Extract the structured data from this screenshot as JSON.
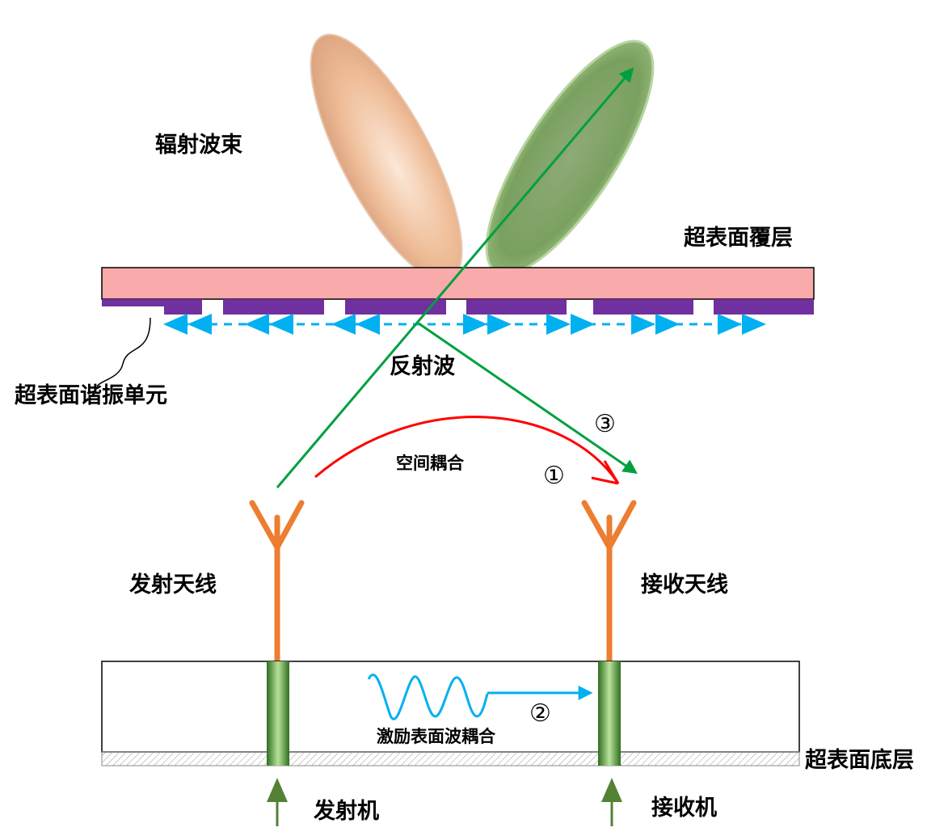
{
  "labels": {
    "radiation_beam": "辐射波束",
    "cover_layer": "超表面覆层",
    "resonant_unit": "超表面谐振单元",
    "reflected_wave": "反射波",
    "space_coupling": "空间耦合",
    "tx_antenna": "发射天线",
    "rx_antenna": "接收天线",
    "surface_wave_coupling": "激励表面波耦合",
    "base_layer": "超表面底层",
    "transmitter": "发射机",
    "receiver": "接收机"
  },
  "markers": {
    "path1": "①",
    "path2": "②",
    "path3": "③"
  },
  "colors": {
    "cover_layer": "#f9aaaa",
    "resonant_strip": "#7030a0",
    "surface_wave_arrows": "#00b0f0",
    "reflected_ray": "#00a040",
    "space_coupling_arc": "#ff0000",
    "antenna": "#ed7d31",
    "feed_connector": "#2f6d1f",
    "input_arrow": "#548235",
    "beam_left": "#efbe99",
    "beam_right": "#7aa05f"
  }
}
